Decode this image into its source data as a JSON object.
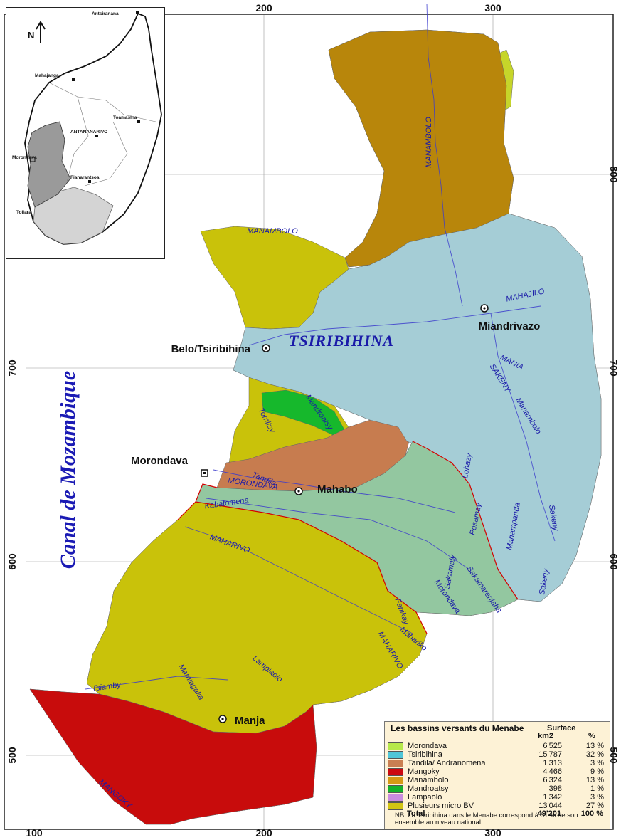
{
  "sea_label": "Canal de Mozambique",
  "region_label": "TSIRIBIHINA",
  "grid": {
    "top_labels": [
      "200",
      "300"
    ],
    "bottom_labels": [
      "100",
      "200",
      "300"
    ],
    "left_labels": [
      "700",
      "600",
      "500"
    ],
    "right_labels": [
      "800",
      "700",
      "600",
      "500"
    ]
  },
  "towns": [
    {
      "name": "Belo/Tsiribihina"
    },
    {
      "name": "Miandrivazo"
    },
    {
      "name": "Morondava"
    },
    {
      "name": "Mahabo"
    },
    {
      "name": "Manja"
    }
  ],
  "rivers": [
    {
      "name": "MANAMBOLO"
    },
    {
      "name": "MANAMBOLO"
    },
    {
      "name": "MAHAJILO"
    },
    {
      "name": "MANIA"
    },
    {
      "name": "SAKENY"
    },
    {
      "name": "Manambolo"
    },
    {
      "name": "Mandroatsy"
    },
    {
      "name": "Tomitsy"
    },
    {
      "name": "Tandila"
    },
    {
      "name": "MORONDAVA"
    },
    {
      "name": "Kabatomena"
    },
    {
      "name": "Lohazy"
    },
    {
      "name": "Posamay"
    },
    {
      "name": "Manampanda"
    },
    {
      "name": "Sakeny"
    },
    {
      "name": "Sakeny"
    },
    {
      "name": "MAHARIVO"
    },
    {
      "name": "Sakamaly"
    },
    {
      "name": "Sakamarenjaha"
    },
    {
      "name": "Morondava"
    },
    {
      "name": "Fanikay"
    },
    {
      "name": "Mahariko"
    },
    {
      "name": "MAHARIVO"
    },
    {
      "name": "Lampiaolo"
    },
    {
      "name": "Mamiagaka"
    },
    {
      "name": "Tsiamby"
    },
    {
      "name": "MANGOKY"
    }
  ],
  "inset": {
    "north_label": "N",
    "places": [
      "Antsiranana",
      "Mahajanga",
      "Toamasina",
      "ANTANANARIVO",
      "Morondava",
      "Fianarantsoa",
      "Toliara"
    ]
  },
  "legend": {
    "title": "Les bassins versants du Menabe",
    "surface_header": "Surface",
    "unit_km2": "km2",
    "unit_pct": "%",
    "rows": [
      {
        "name": "Morondava",
        "km2": "6'525",
        "pct": "13 %",
        "color": "#b6e84a"
      },
      {
        "name": "Tsiribihina",
        "km2": "15'787",
        "pct": "32 %",
        "color": "#4fc6d8"
      },
      {
        "name": "Tandila/ Andranomena",
        "km2": "1'313",
        "pct": "3 %",
        "color": "#c97f52"
      },
      {
        "name": "Mangoky",
        "km2": "4'466",
        "pct": "9 %",
        "color": "#cc0a10"
      },
      {
        "name": "Manambolo",
        "km2": "6'324",
        "pct": "13 %",
        "color": "#d59a14"
      },
      {
        "name": "Mandroatsy",
        "km2": "398",
        "pct": "1 %",
        "color": "#12b22a"
      },
      {
        "name": "Lampaolo",
        "km2": "1'342",
        "pct": "3 %",
        "color": "#c98be0"
      },
      {
        "name": "Plusieurs micro BV",
        "km2": "13'044",
        "pct": "27 %",
        "color": "#d2c412"
      }
    ],
    "total_label": "Total",
    "total_km2": "49'201",
    "total_pct": "100 %",
    "note": "NB. La Tsiribihina dans le Menabe correspond à 31 % de son ensemble au niveau national"
  },
  "colors": {
    "manambolo": "#b8860b",
    "morondava_headwater": "#c6d52a",
    "tsiribihina": "#a5cdd6",
    "micro_bv": "#c9c20a",
    "mandroatsy": "#16b82c",
    "tandila": "#c77c4f",
    "morondava": "#93c7a0",
    "lampaolo": "#c88fdc",
    "mangoky": "#c80c0c",
    "river_label": "#1a1aa8",
    "sea_label": "#1a1ab4"
  }
}
